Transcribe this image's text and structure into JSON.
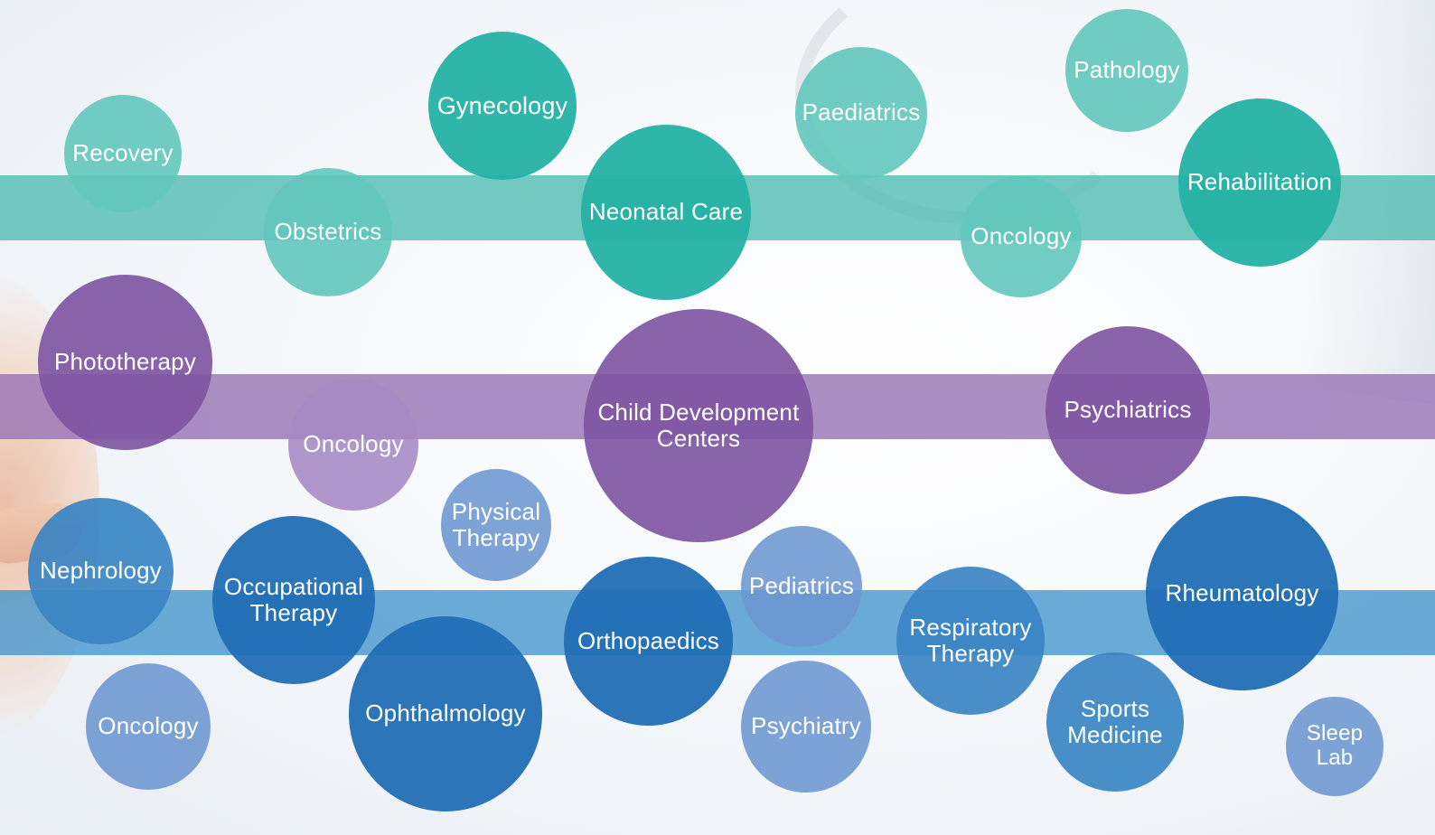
{
  "colors": {
    "teal": "#26b2a5",
    "teal_light": "#62c6bc",
    "purple": "#7c53a1",
    "purple_light": "#a689c4",
    "blue": "#226eb5",
    "blue_light": "#6c96d0",
    "text": "#ffffff"
  },
  "bubbles": {
    "recovery": "Recovery",
    "gynecology": "Gynecology",
    "paediatrics": "Paediatrics",
    "pathology": "Pathology",
    "obstetrics": "Obstetrics",
    "neonatal_care": "Neonatal Care",
    "oncology_teal": "Oncology",
    "rehabilitation": "Rehabilitation",
    "phototherapy": "Phototherapy",
    "oncology_purple": "Oncology",
    "child_development": "Child Development\nCenters",
    "psychiatrics": "Psychiatrics",
    "physical_therapy": "Physical\nTherapy",
    "nephrology": "Nephrology",
    "occupational_therapy": "Occupational\nTherapy",
    "pediatrics": "Pediatrics",
    "rheumatology": "Rheumatology",
    "orthopaedics": "Orthopaedics",
    "respiratory_therapy": "Respiratory\nTherapy",
    "oncology_blue": "Oncology",
    "ophthalmology": "Ophthalmology",
    "psychiatry": "Psychiatry",
    "sports_medicine": "Sports\nMedicine",
    "sleep_lab": "Sleep\nLab"
  }
}
